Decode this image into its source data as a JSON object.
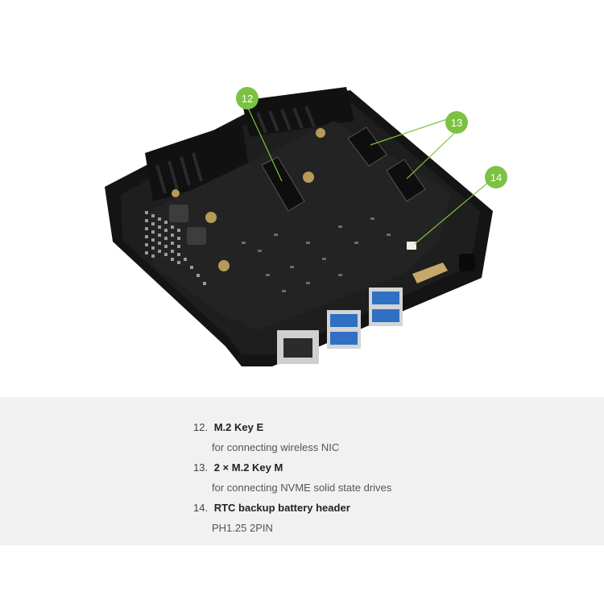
{
  "callouts": [
    {
      "number": "12"
    },
    {
      "number": "13"
    },
    {
      "number": "14"
    }
  ],
  "items": [
    {
      "number": "12.",
      "title": "M.2 Key E",
      "description": "for connecting wireless NIC"
    },
    {
      "number": "13.",
      "title": "2 × M.2 Key M",
      "description": "for connecting NVME solid state drives"
    },
    {
      "number": "14.",
      "title": "RTC backup battery header",
      "description": "PH1.25 2PIN"
    }
  ],
  "colors": {
    "callout_green": "#7cc242",
    "board_black": "#1b1b1b",
    "usb_blue": "#2f6fc4",
    "info_background": "#f1f1f1"
  }
}
